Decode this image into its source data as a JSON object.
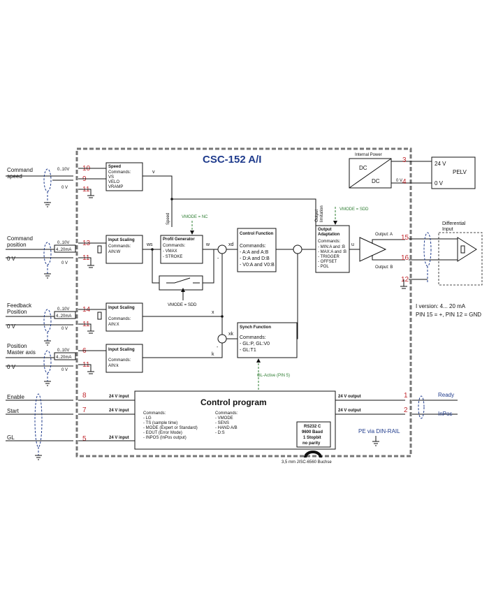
{
  "title": "CSC-152 A/I",
  "signals": {
    "command_speed": "Command\nspeed",
    "command_position": "Command\nposition",
    "feedback_position": "Feedback\nPosition",
    "position_master_axis": "Position\nMaster axis",
    "zero_v": "0 V",
    "range_10v": "0..10V",
    "range_20ma": "4..20mA",
    "enable": "Enable",
    "start": "Start",
    "gl": "GL",
    "ready": "Ready",
    "inpos": "InPos"
  },
  "pins": {
    "p10": "10",
    "p9": "9",
    "p11a": "11",
    "p13": "13",
    "p11b": "11",
    "p14": "14",
    "p11c": "11",
    "p6": "6",
    "p11d": "11",
    "p8": "8",
    "p7": "7",
    "p5": "5",
    "p3": "3",
    "p4": "4",
    "p15": "15",
    "p16": "16",
    "p12": "12",
    "p1": "1",
    "p2": "2"
  },
  "blocks": {
    "speed": {
      "title": "Speed",
      "lines": [
        "Commands:",
        "VS",
        "VELO",
        "VRAMP"
      ]
    },
    "scaling_w": {
      "title": "Input Scaling",
      "lines": [
        "Commands:",
        "AIN:W"
      ]
    },
    "scaling_x": {
      "title": "Input Scaling",
      "lines": [
        "Commands:",
        "AIN:X"
      ]
    },
    "scaling_k": {
      "title": "Input Scaling",
      "lines": [
        "Commands:",
        "AIN:k"
      ]
    },
    "profile": {
      "title": "Profil Generator",
      "lines": [
        "Commands:",
        "- VMAX",
        "- STROKE"
      ]
    },
    "control_fn": {
      "title": "Control Function",
      "lines": [
        "Commands:",
        "- A:A and A:B",
        "- D:A and D:B",
        "- V0:A and V0:B"
      ]
    },
    "synch_fn": {
      "title": "Synch Function",
      "lines": [
        "Commands:",
        "- GL:P, GL:V0",
        "- GL:T1"
      ]
    },
    "output_adapt": {
      "title": "Output\nAdaptation",
      "lines": [
        "Commands:",
        "- MIN:A and :B",
        "- MAX:A and :B",
        "- TRIGGER",
        "- OFFSET",
        "- POL"
      ]
    },
    "control_program": {
      "title": "Control program",
      "col1": [
        "Commands:",
        "- LG",
        "- TS (sample time)",
        "- MODE (Expert or Standard)",
        "- EOUT (Error Mode)",
        "- INPOS (InPos output)"
      ],
      "col2": [
        "Commands:",
        "- VMODE",
        "- SENS",
        "- HAND A/B",
        "- D:S"
      ],
      "rs232": [
        "RS232 C",
        "9600 Baud",
        "1 Stopbit",
        "no parity"
      ]
    }
  },
  "labels": {
    "v": "v",
    "speed_vertical": "Speed",
    "vmode_nc": "VMODE = NC",
    "vmode_sdd_top": "VMODE = SDD",
    "vmode_sdd_bottom": "VMODE = SDD",
    "output_limitation": "Output\nlimitation",
    "ws": "ws",
    "w": "w",
    "xd": "xd",
    "u": "u",
    "x": "x",
    "xk": "xk",
    "k": "k",
    "minus": "-",
    "gl_active": "GL-Active (PIN 5)",
    "input_24v": "24 V input",
    "output_24v": "24 V output",
    "output_a": "Output: A",
    "output_b": "Output: B",
    "differential_input": "Differential\nInput",
    "internal_power": "Internal Power",
    "dc": "DC",
    "v24": "24 V",
    "pelv": "PELV",
    "i_version_1": "I version: 4... 20 mA",
    "i_version_2": "PIN 15 = +, PIN 12 = GND",
    "pe_din": "PE via DIN-RAIL",
    "jack": "3,5 mm JISC-6560 Buchse"
  }
}
